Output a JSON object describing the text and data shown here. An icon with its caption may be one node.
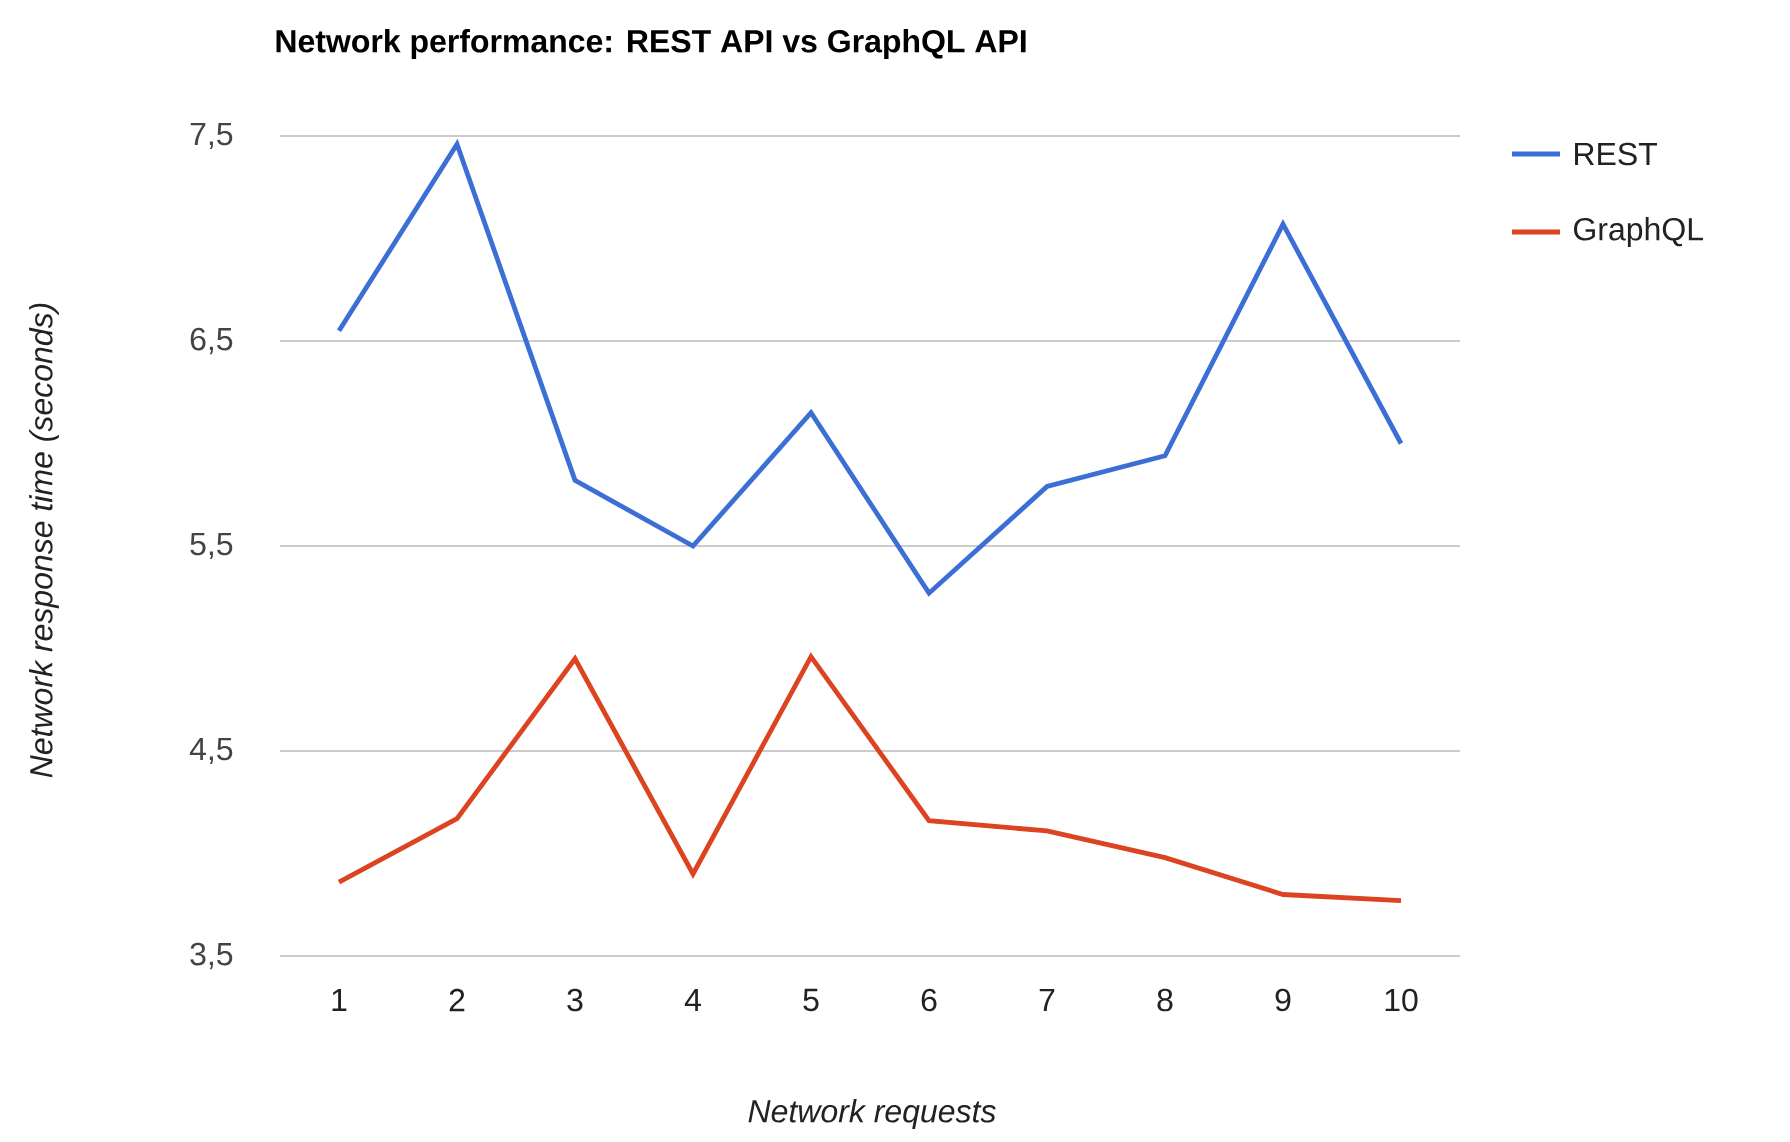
{
  "diagram": {
    "chart_data": {
      "type": "line",
      "title": "Network performance: REST API vs GraphQL API",
      "xlabel": "Network requests",
      "ylabel": "Network response time (seconds)",
      "categories": [
        "1",
        "2",
        "3",
        "4",
        "5",
        "6",
        "7",
        "8",
        "9",
        "10"
      ],
      "series": [
        {
          "name": "REST",
          "color": "#3c6fd6",
          "values": [
            6.55,
            7.46,
            5.82,
            5.5,
            6.15,
            5.27,
            5.79,
            5.94,
            7.07,
            6.0
          ]
        },
        {
          "name": "GraphQL",
          "color": "#dc4321",
          "values": [
            3.86,
            4.17,
            4.95,
            3.9,
            4.96,
            4.16,
            4.11,
            3.98,
            3.8,
            3.77
          ]
        }
      ],
      "ylim": [
        3.5,
        7.5
      ],
      "grid": "y",
      "legend": "right",
      "yticks": [
        {
          "value": 3.5,
          "label": "3,5"
        },
        {
          "value": 4.5,
          "label": "4,5"
        },
        {
          "value": 5.5,
          "label": "5,5"
        },
        {
          "value": 6.5,
          "label": "6,5"
        },
        {
          "value": 7.5,
          "label": "7,5"
        }
      ]
    }
  }
}
